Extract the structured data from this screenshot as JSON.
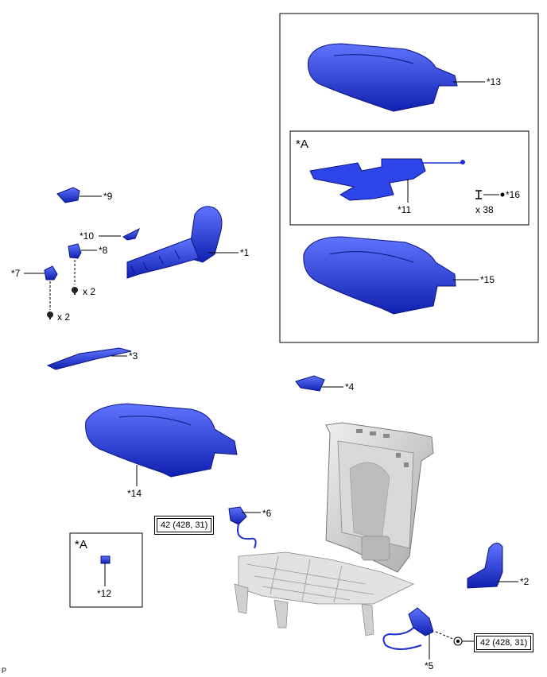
{
  "callouts": {
    "c1": "*1",
    "c2": "*2",
    "c3": "*3",
    "c4": "*4",
    "c5": "*5",
    "c6": "*6",
    "c7": "*7",
    "c8": "*8",
    "c9": "*9",
    "c10": "*10",
    "c11": "*11",
    "c12": "*12",
    "c13": "*13",
    "c14": "*14",
    "c15": "*15",
    "c16": "*16"
  },
  "quantities": {
    "screw_qty_8": "x 2",
    "screw_qty_7": "x 2",
    "clip_qty": "x 38"
  },
  "torque": {
    "t6": "42 (428, 31)",
    "t5": "42 (428, 31)"
  },
  "inset_labels": {
    "inset_top": "*A",
    "inset_bottom": "*A"
  },
  "footer": {
    "page_marker": "P"
  },
  "colors": {
    "part_blue": "#1e2fd6",
    "part_highlight": "#5f74ff",
    "frame_gray": "#c8c8c8"
  }
}
